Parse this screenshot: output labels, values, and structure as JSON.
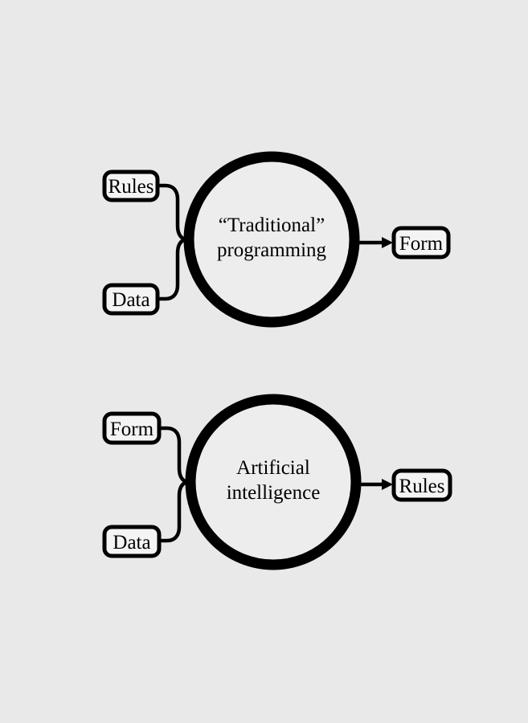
{
  "figure": {
    "background_color": "#e9e9e9",
    "ink_color": "#000000",
    "box_fill_color": "#f4f4f4"
  },
  "diagrams": [
    {
      "id": "traditional-programming",
      "hub": {
        "line1": "“Traditional”",
        "line2": "programming"
      },
      "inputs": [
        {
          "label": "Rules"
        },
        {
          "label": "Data"
        }
      ],
      "outputs": [
        {
          "label": "Form"
        }
      ]
    },
    {
      "id": "artificial-intelligence",
      "hub": {
        "line1": "Artificial",
        "line2": "intelligence"
      },
      "inputs": [
        {
          "label": "Form"
        },
        {
          "label": "Data"
        }
      ],
      "outputs": [
        {
          "label": "Rules"
        }
      ]
    }
  ]
}
